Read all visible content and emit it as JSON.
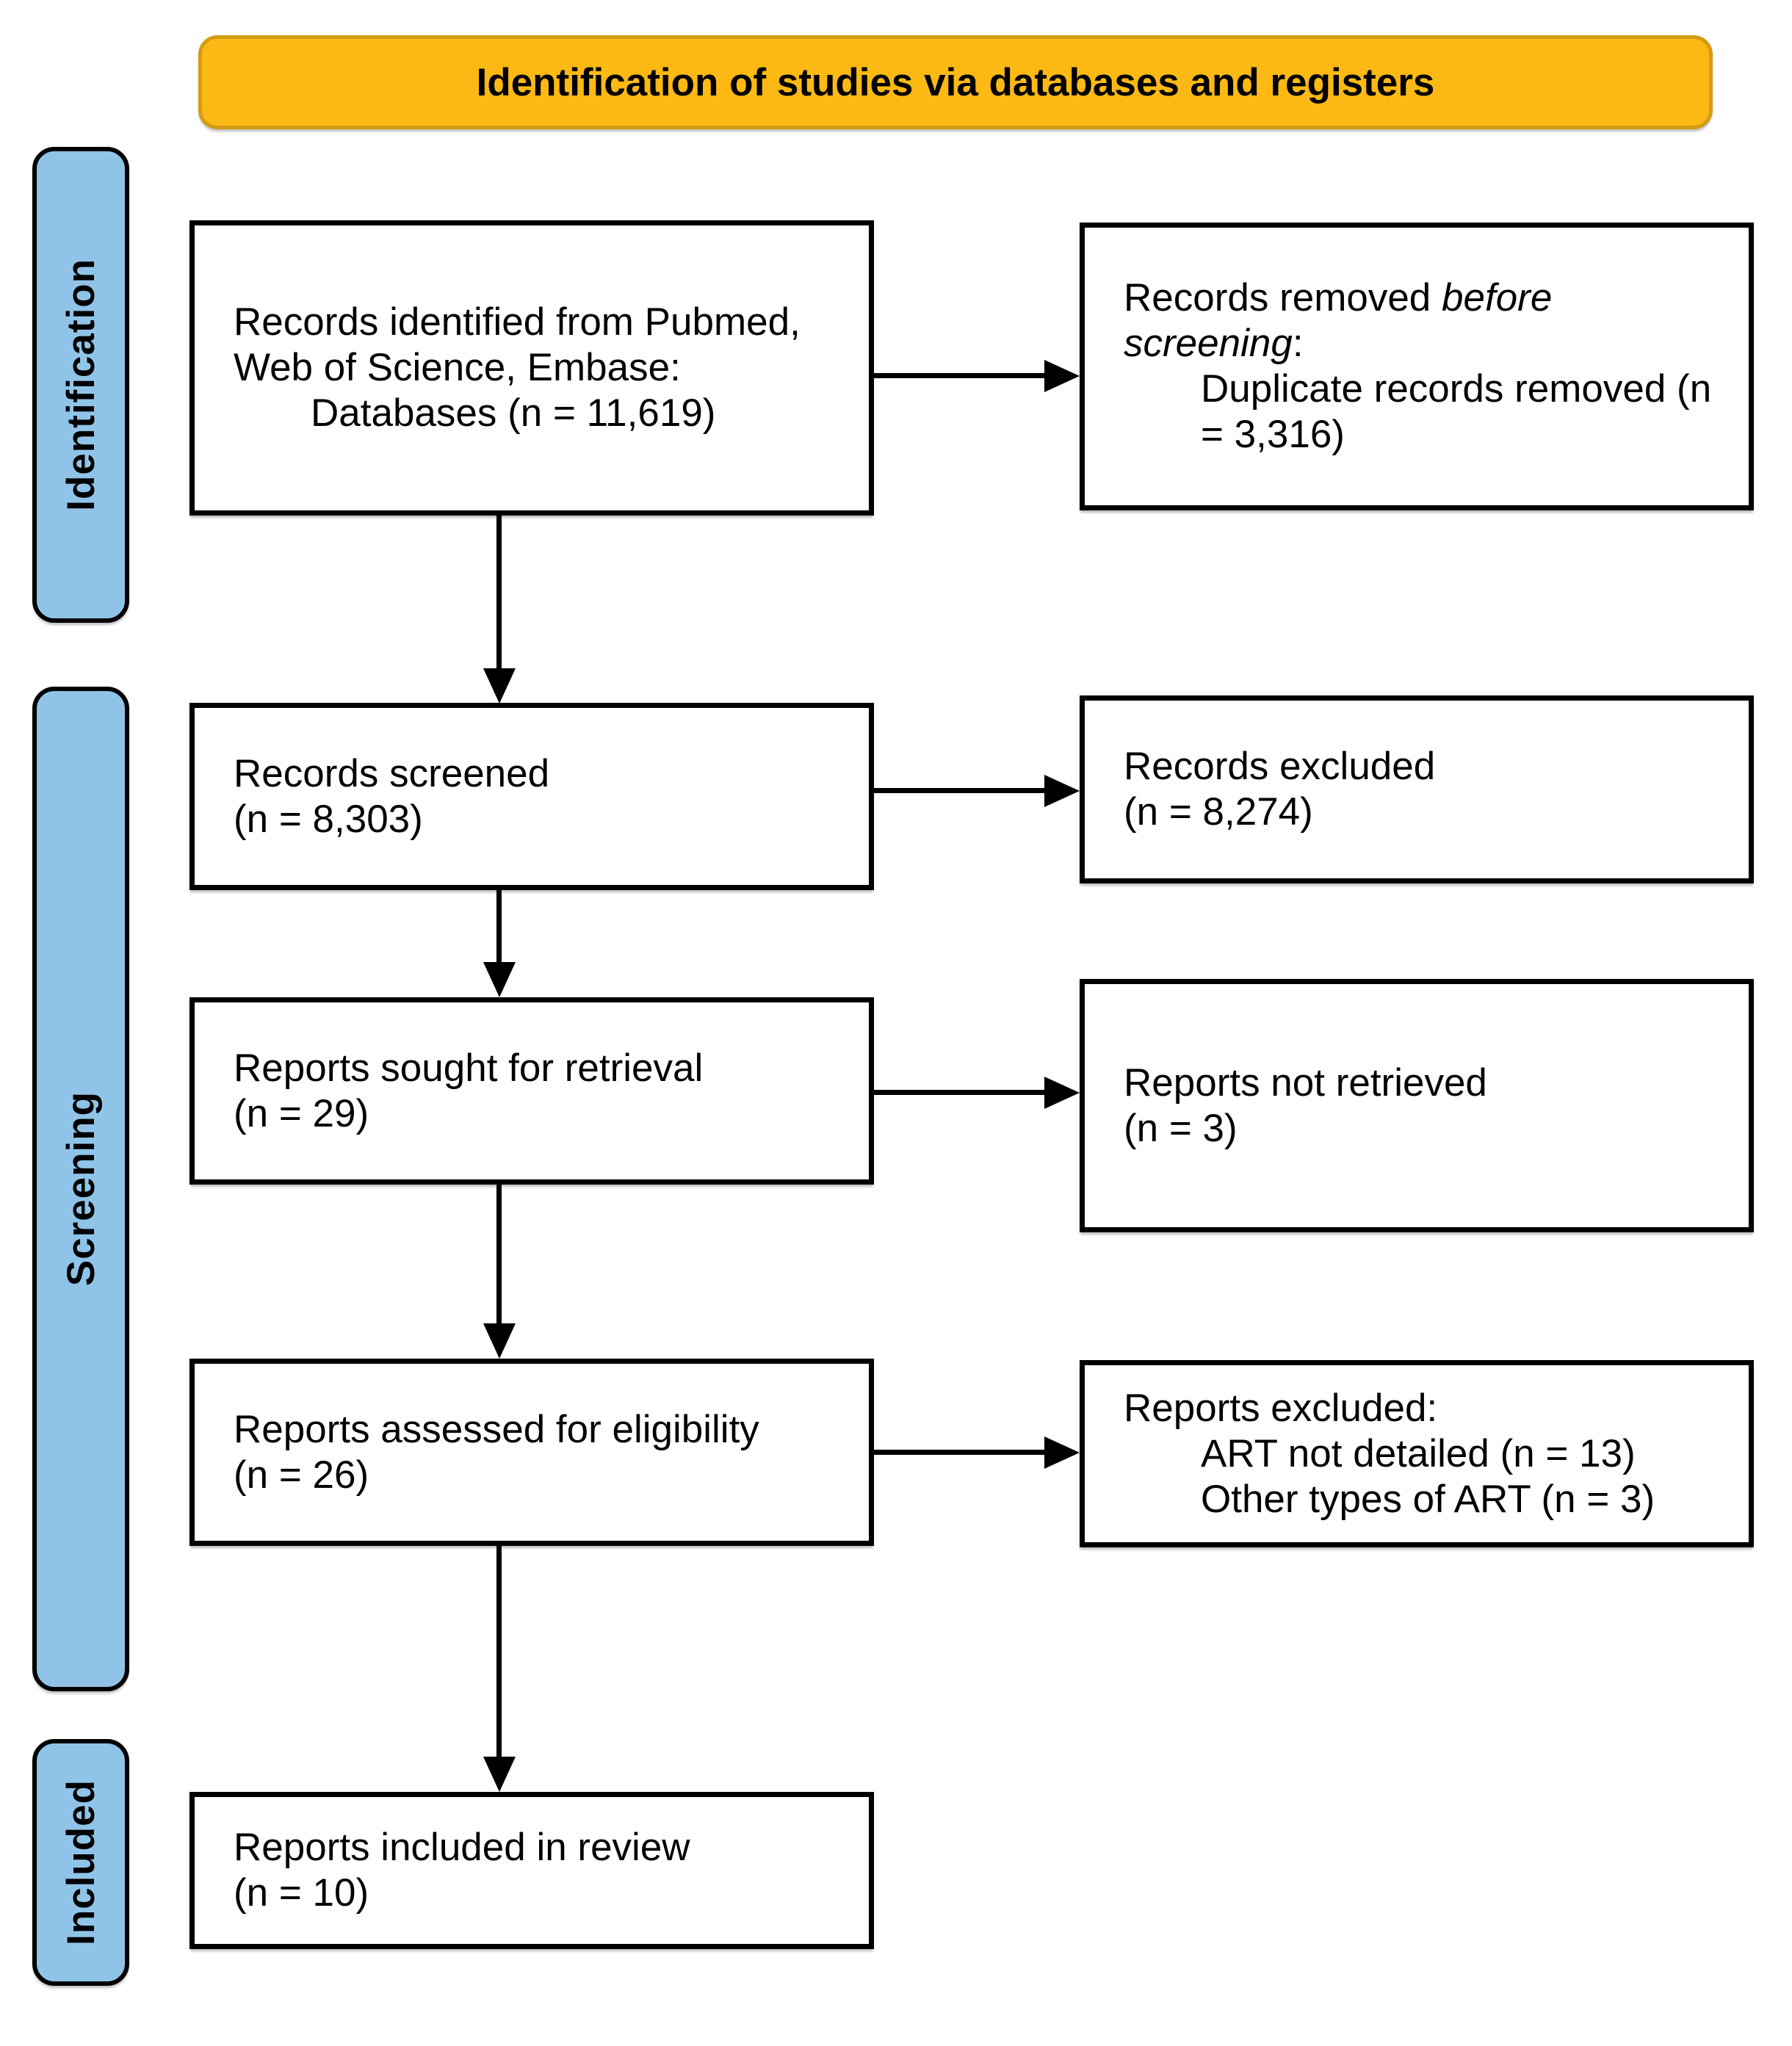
{
  "banner": {
    "title": "Identification of studies via databases and registers"
  },
  "colors": {
    "banner_fill": "#FDB913",
    "banner_border": "#D59B15",
    "stage_fill": "#8FC4E8",
    "box_border": "#000000",
    "text": "#000000"
  },
  "stages": [
    {
      "label": "Identification"
    },
    {
      "label": "Screening"
    },
    {
      "label": "Included"
    }
  ],
  "boxes": {
    "records_identified": {
      "lines": [
        {
          "t": "Records identified from Pubmed,"
        },
        {
          "t": "Web of Science, Embase:"
        },
        {
          "t": "Databases (n = 11,619)",
          "indent": true
        }
      ]
    },
    "records_removed": {
      "lines": [
        {
          "t": "Records removed *before*"
        },
        {
          "t": "*screening*:"
        },
        {
          "t": "Duplicate records removed (n",
          "indent": true
        },
        {
          "t": "= 3,316)",
          "indent": true
        }
      ]
    },
    "records_screened": {
      "lines": [
        {
          "t": "Records screened"
        },
        {
          "t": "(n = 8,303)"
        }
      ]
    },
    "records_excluded": {
      "lines": [
        {
          "t": "Records excluded"
        },
        {
          "t": "(n = 8,274)"
        }
      ]
    },
    "reports_sought": {
      "lines": [
        {
          "t": "Reports sought for retrieval"
        },
        {
          "t": "(n = 29)"
        }
      ]
    },
    "reports_not_retrieved": {
      "lines": [
        {
          "t": "Reports not retrieved"
        },
        {
          "t": "(n = 3)"
        }
      ]
    },
    "reports_assessed": {
      "lines": [
        {
          "t": "Reports assessed for eligibility"
        },
        {
          "t": "(n = 26)"
        }
      ]
    },
    "reports_excluded": {
      "lines": [
        {
          "t": "Reports excluded:"
        },
        {
          "t": "ART not detailed (n = 13)",
          "indent": true
        },
        {
          "t": "Other types of ART (n = 3)",
          "indent": true
        }
      ]
    },
    "reports_included": {
      "lines": [
        {
          "t": "Reports included in review"
        },
        {
          "t": "(n = 10)"
        }
      ]
    }
  }
}
